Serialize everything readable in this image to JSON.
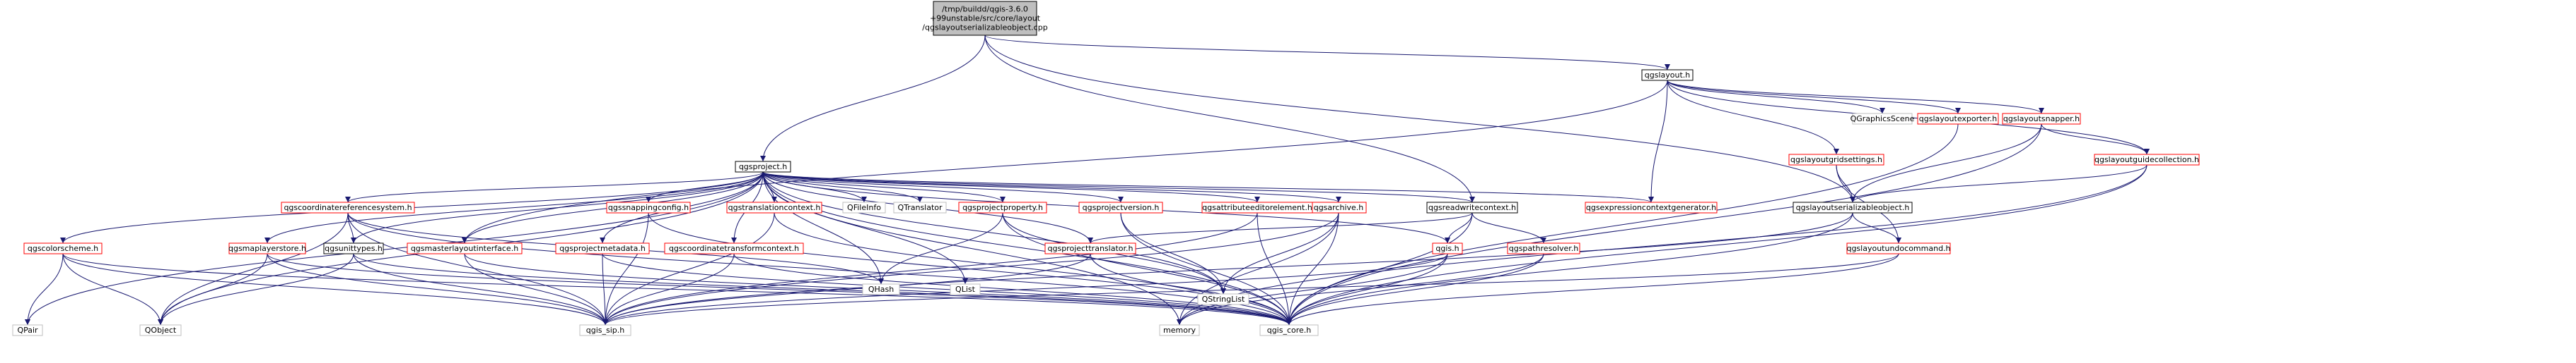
{
  "colors": {
    "root_fill": "#bfbfbf",
    "root_stroke": "#000000",
    "local_stroke": "#ff0000",
    "system_stroke": "#bfbfbf",
    "edge": "#191970"
  },
  "nodes": {
    "root": {
      "lines": [
        "/tmp/buildd/qgis-3.6.0",
        "+99unstable/src/core/layout",
        "/qgslayoutserializableobject.cpp"
      ],
      "kind": "root"
    },
    "qgslayout": {
      "lines": [
        "qgslayout.h"
      ],
      "kind": "local"
    },
    "qgsproject": {
      "lines": [
        "qgsproject.h"
      ],
      "kind": "local"
    },
    "qgsreadwritecontext": {
      "lines": [
        "qgsreadwritecontext.h"
      ],
      "kind": "local"
    },
    "qgslayoutserializableobject": {
      "lines": [
        "qgslayoutserializableobject.h"
      ],
      "kind": "local"
    },
    "qgsexpressioncontextgenerator": {
      "lines": [
        "qgsexpressioncontextgenerator.h"
      ],
      "kind": "red"
    },
    "qgslayoutgridsettings": {
      "lines": [
        "qgslayoutgridsettings.h"
      ],
      "kind": "red"
    },
    "qgsgraphicsscene": {
      "lines": [
        "QGraphicsScene"
      ],
      "kind": "system"
    },
    "qgslayoutexporter": {
      "lines": [
        "qgslayoutexporter.h"
      ],
      "kind": "red"
    },
    "qgslayoutsnapper": {
      "lines": [
        "qgslayoutsnapper.h"
      ],
      "kind": "red"
    },
    "qgslayoutguidecollection": {
      "lines": [
        "qgslayoutguidecollection.h"
      ],
      "kind": "red"
    },
    "qgslayoutundocommand": {
      "lines": [
        "qgslayoutundocommand.h"
      ],
      "kind": "red"
    },
    "qgspathresolver": {
      "lines": [
        "qgspathresolver.h"
      ],
      "kind": "red"
    },
    "qgis": {
      "lines": [
        "qgis.h"
      ],
      "kind": "red"
    },
    "qgsarchive": {
      "lines": [
        "qgsarchive.h"
      ],
      "kind": "red"
    },
    "qgsattributeeditorelement": {
      "lines": [
        "qgsattributeeditorelement.h"
      ],
      "kind": "red"
    },
    "qgsprojectversion": {
      "lines": [
        "qgsprojectversion.h"
      ],
      "kind": "red"
    },
    "qgsprojectproperty": {
      "lines": [
        "qgsprojectproperty.h"
      ],
      "kind": "red"
    },
    "qgstranslationcontext": {
      "lines": [
        "qgstranslationcontext.h"
      ],
      "kind": "red"
    },
    "qgssnappingconfig": {
      "lines": [
        "qgssnappingconfig.h"
      ],
      "kind": "red"
    },
    "qgscoordinatereferencesystem": {
      "lines": [
        "qgscoordinatereferencesystem.h"
      ],
      "kind": "red"
    },
    "qgscolorscheme": {
      "lines": [
        "qgscolorscheme.h"
      ],
      "kind": "red"
    },
    "qgsmaplayerstore": {
      "lines": [
        "qgsmaplayerstore.h"
      ],
      "kind": "red"
    },
    "qgsunittypes": {
      "lines": [
        "qgsunittypes.h"
      ],
      "kind": "local"
    },
    "qgsmasterlayoutinterface": {
      "lines": [
        "qgsmasterlayoutinterface.h"
      ],
      "kind": "red"
    },
    "qgsprojectmetadata": {
      "lines": [
        "qgsprojectmetadata.h"
      ],
      "kind": "red"
    },
    "qgscoordinatetransformcontext": {
      "lines": [
        "qgscoordinatetransformcontext.h"
      ],
      "kind": "red"
    },
    "qgsprojecttranslator": {
      "lines": [
        "qgsprojecttranslator.h"
      ],
      "kind": "red"
    },
    "qfileinfo": {
      "lines": [
        "QFileInfo"
      ],
      "kind": "system"
    },
    "qtranslator": {
      "lines": [
        "QTranslator"
      ],
      "kind": "system"
    },
    "qhash": {
      "lines": [
        "QHash"
      ],
      "kind": "system"
    },
    "qlist": {
      "lines": [
        "QList"
      ],
      "kind": "system"
    },
    "qstringlist": {
      "lines": [
        "QStringList"
      ],
      "kind": "system"
    },
    "qgis_sip": {
      "lines": [
        "qgis_sip.h"
      ],
      "kind": "system"
    },
    "qgis_core": {
      "lines": [
        "qgis_core.h"
      ],
      "kind": "system"
    },
    "memory": {
      "lines": [
        "memory"
      ],
      "kind": "system"
    },
    "qpair": {
      "lines": [
        "QPair"
      ],
      "kind": "system"
    },
    "qobject": {
      "lines": [
        "QObject"
      ],
      "kind": "system"
    }
  },
  "edges": [
    [
      "root",
      "qgslayout"
    ],
    [
      "root",
      "qgsproject"
    ],
    [
      "root",
      "qgsreadwritecontext"
    ],
    [
      "root",
      "qgslayoutserializableobject"
    ],
    [
      "qgslayout",
      "qgsgraphicsscene"
    ],
    [
      "qgslayout",
      "qgslayoutexporter"
    ],
    [
      "qgslayout",
      "qgslayoutsnapper"
    ],
    [
      "qgslayout",
      "qgslayoutgridsettings"
    ],
    [
      "qgslayout",
      "qgslayoutguidecollection"
    ],
    [
      "qgslayout",
      "qgsexpressioncontextgenerator"
    ],
    [
      "qgslayout",
      "qgsmasterlayoutinterface"
    ],
    [
      "qgslayoutsnapper",
      "qgslayoutguidecollection"
    ],
    [
      "qgslayoutsnapper",
      "qgslayoutserializableobject"
    ],
    [
      "qgslayoutsnapper",
      "qgis_core"
    ],
    [
      "qgslayoutgridsettings",
      "qgslayoutserializableobject"
    ],
    [
      "qgslayoutgridsettings",
      "qgslayoutundocommand"
    ],
    [
      "qgslayoutguidecollection",
      "qgslayoutserializableobject"
    ],
    [
      "qgslayoutguidecollection",
      "qgis_core"
    ],
    [
      "qgslayoutguidecollection",
      "memory"
    ],
    [
      "qgslayoutexporter",
      "qgis_core"
    ],
    [
      "qgslayoutserializableobject",
      "qgslayoutundocommand"
    ],
    [
      "qgslayoutserializableobject",
      "qgis_core"
    ],
    [
      "qgslayoutserializableobject",
      "qgis_sip"
    ],
    [
      "qgslayoutundocommand",
      "qgis_core"
    ],
    [
      "qgslayoutundocommand",
      "qgis_sip"
    ],
    [
      "qgsproject",
      "qgsreadwritecontext"
    ],
    [
      "qgsproject",
      "qgsexpressioncontextgenerator"
    ],
    [
      "qgsproject",
      "qgsarchive"
    ],
    [
      "qgsproject",
      "qgsattributeeditorelement"
    ],
    [
      "qgsproject",
      "qgsprojectversion"
    ],
    [
      "qgsproject",
      "qgsprojectproperty"
    ],
    [
      "qgsproject",
      "qfileinfo"
    ],
    [
      "qgsproject",
      "qtranslator"
    ],
    [
      "qgsproject",
      "qgstranslationcontext"
    ],
    [
      "qgsproject",
      "qgssnappingconfig"
    ],
    [
      "qgsproject",
      "qgscoordinatereferencesystem"
    ],
    [
      "qgsproject",
      "qgscolorscheme"
    ],
    [
      "qgsproject",
      "qgsmaplayerstore"
    ],
    [
      "qgsproject",
      "qgsunittypes"
    ],
    [
      "qgsproject",
      "qgsmasterlayoutinterface"
    ],
    [
      "qgsproject",
      "qgsprojectmetadata"
    ],
    [
      "qgsproject",
      "qgscoordinatetransformcontext"
    ],
    [
      "qgsproject",
      "qgsprojecttranslator"
    ],
    [
      "qgsproject",
      "qhash"
    ],
    [
      "qgsproject",
      "qlist"
    ],
    [
      "qgsproject",
      "qstringlist"
    ],
    [
      "qgsproject",
      "qobject"
    ],
    [
      "qgsproject",
      "qpair"
    ],
    [
      "qgsproject",
      "qgis_core"
    ],
    [
      "qgsproject",
      "qgis"
    ],
    [
      "qgsproject",
      "memory"
    ],
    [
      "qgsreadwritecontext",
      "qgspathresolver"
    ],
    [
      "qgsreadwritecontext",
      "qgis"
    ],
    [
      "qgsreadwritecontext",
      "qgis_core"
    ],
    [
      "qgsreadwritecontext",
      "qgsprojecttranslator"
    ],
    [
      "qgspathresolver",
      "qgis_core"
    ],
    [
      "qgspathresolver",
      "memory"
    ],
    [
      "qgis",
      "qgis_core"
    ],
    [
      "qgis",
      "qgis_sip"
    ],
    [
      "qgis",
      "memory"
    ],
    [
      "qgsarchive",
      "qgis_core"
    ],
    [
      "qgsarchive",
      "memory"
    ],
    [
      "qgsarchive",
      "qstringlist"
    ],
    [
      "qgsarchive",
      "qgis_sip"
    ],
    [
      "qgsattributeeditorelement",
      "qgis_core"
    ],
    [
      "qgsattributeeditorelement",
      "qgis_sip"
    ],
    [
      "qgsprojectversion",
      "qgis_core"
    ],
    [
      "qgsprojectversion",
      "qstringlist"
    ],
    [
      "qgsprojectproperty",
      "qgis_core"
    ],
    [
      "qgsprojectproperty",
      "qhash"
    ],
    [
      "qgsprojectproperty",
      "qstringlist"
    ],
    [
      "qgstranslationcontext",
      "qgis_core"
    ],
    [
      "qgstranslationcontext",
      "qgis_sip"
    ],
    [
      "qgssnappingconfig",
      "qgis_core"
    ],
    [
      "qgssnappingconfig",
      "qgis_sip"
    ],
    [
      "qgscoordinatereferencesystem",
      "qgis_core"
    ],
    [
      "qgscoordinatereferencesystem",
      "qgis_sip"
    ],
    [
      "qgscoordinatereferencesystem",
      "qgsunittypes"
    ],
    [
      "qgscoordinatereferencesystem",
      "qhash"
    ],
    [
      "qgscoordinatereferencesystem",
      "qobject"
    ],
    [
      "qgscolorscheme",
      "qgis_core"
    ],
    [
      "qgscolorscheme",
      "qgis_sip"
    ],
    [
      "qgscolorscheme",
      "qpair"
    ],
    [
      "qgscolorscheme",
      "qobject"
    ],
    [
      "qgsmaplayerstore",
      "qgis_core"
    ],
    [
      "qgsmaplayerstore",
      "qgis_sip"
    ],
    [
      "qgsmaplayerstore",
      "qobject"
    ],
    [
      "qgsunittypes",
      "qgis_core"
    ],
    [
      "qgsunittypes",
      "qgis_sip"
    ],
    [
      "qgsunittypes",
      "qobject"
    ],
    [
      "qgsmasterlayoutinterface",
      "qgis_core"
    ],
    [
      "qgsmasterlayoutinterface",
      "qgis_sip"
    ],
    [
      "qgsprojectmetadata",
      "qgis_core"
    ],
    [
      "qgsprojectmetadata",
      "qgis_sip"
    ],
    [
      "qgscoordinatetransformcontext",
      "qgis_core"
    ],
    [
      "qgscoordinatetransformcontext",
      "qgis_sip"
    ],
    [
      "qgsprojecttranslator",
      "qgis_core"
    ],
    [
      "qgsprojecttranslator",
      "qgis_sip"
    ]
  ]
}
